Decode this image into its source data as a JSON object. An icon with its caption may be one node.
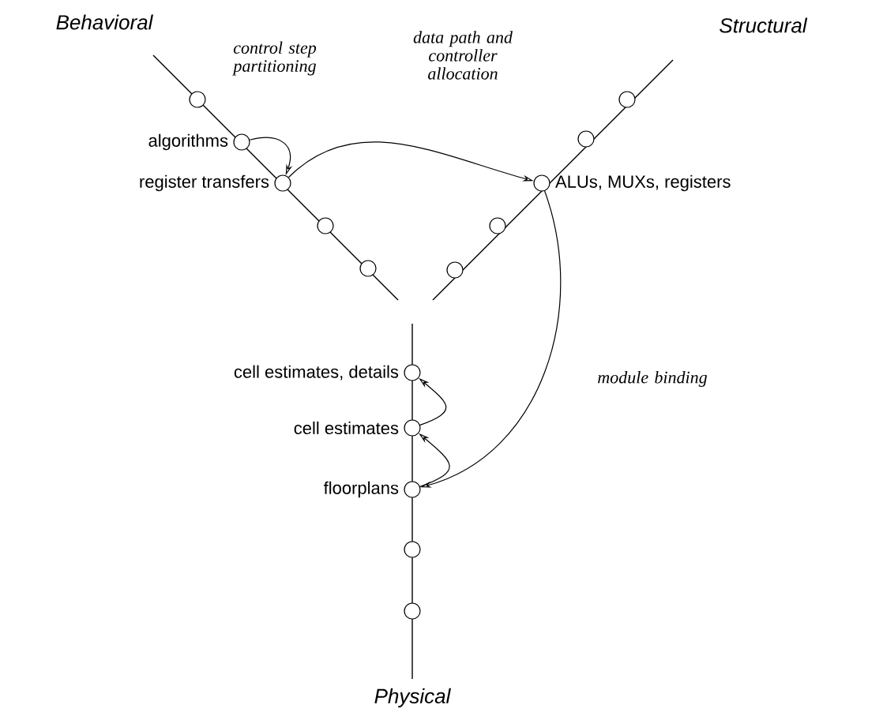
{
  "diagram": {
    "nodes": [
      {
        "text": [],
        "shape": "circle"
      },
      {
        "text": [],
        "shape": "circle",
        "beside": [
          "algorithms"
        ]
      },
      {
        "text": [],
        "shape": "circle",
        "beside": [
          "register transfers"
        ]
      },
      {
        "text": [],
        "shape": "circle"
      },
      {
        "text": [],
        "shape": "circle"
      },
      {
        "text": [],
        "shape": "circle"
      },
      {
        "text": [],
        "shape": "circle"
      },
      {
        "text": [],
        "shape": "circle",
        "beside": [
          "ALUs, MUXs, registers"
        ]
      },
      {
        "text": [],
        "shape": "circle"
      },
      {
        "text": [],
        "shape": "circle"
      },
      {
        "text": [],
        "shape": "circle",
        "beside": [
          "cell estimates, details"
        ]
      },
      {
        "text": [],
        "shape": "circle",
        "beside": [
          "cell estimates"
        ]
      },
      {
        "text": [],
        "shape": "circle",
        "beside": [
          "floorplans"
        ]
      },
      {
        "text": [],
        "shape": "circle"
      },
      {
        "text": [],
        "shape": "circle"
      }
    ],
    "edges": [
      {
        "from": 1,
        "to": 2,
        "arrow": "to",
        "label": "control step partitioning"
      },
      {
        "from": 2,
        "to": 7,
        "arrow": "to",
        "label": "data path and controller allocation"
      },
      {
        "from": 7,
        "to": 12,
        "arrow": "to",
        "label": "module binding"
      },
      {
        "from": 12,
        "to": 11,
        "arrow": "to"
      },
      {
        "from": 11,
        "to": 10,
        "arrow": "to"
      }
    ],
    "labels": [
      "Behavioral",
      "Structural",
      "Physical"
    ]
  }
}
